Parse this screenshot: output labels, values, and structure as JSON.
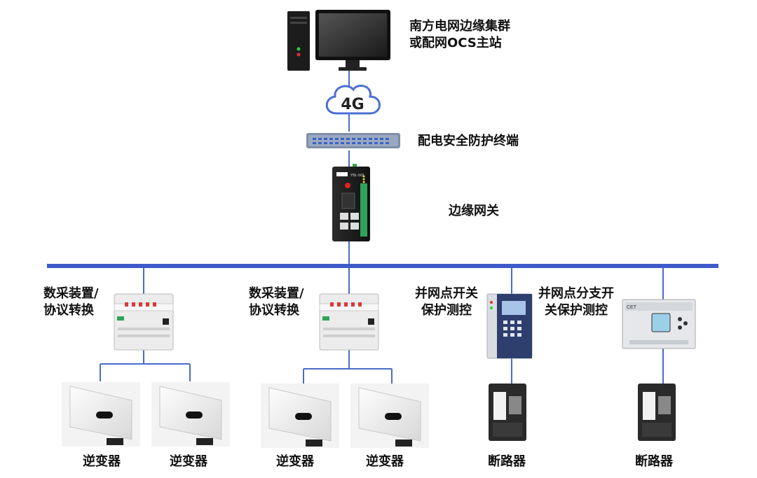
{
  "master_station": {
    "line1": "南方电网边缘集群",
    "line2": "或配网OCS主站"
  },
  "network": {
    "cloud_label": "4G"
  },
  "security_terminal": {
    "label": "配电安全防护终端"
  },
  "edge_gateway": {
    "label": "边缘网关"
  },
  "collector_1": {
    "line1": "数采装置/",
    "line2": "协议转换"
  },
  "collector_2": {
    "line1": "数采装置/",
    "line2": "协议转换"
  },
  "grid_protection": {
    "line1": "并网点开关",
    "line2": "保护测控"
  },
  "branch_protection": {
    "line1": "并网点分支开",
    "line2": "关保护测控"
  },
  "inverters": [
    "逆变器",
    "逆变器",
    "逆变器",
    "逆变器"
  ],
  "breakers": [
    "断路器",
    "断路器"
  ],
  "device_badges": {
    "gateway_model": "YBL-503",
    "relay_brand": "CET"
  },
  "colors": {
    "bus": "#3e5bc9",
    "link": "#4a6cc8",
    "cloud_stroke": "#4b6fd6"
  }
}
